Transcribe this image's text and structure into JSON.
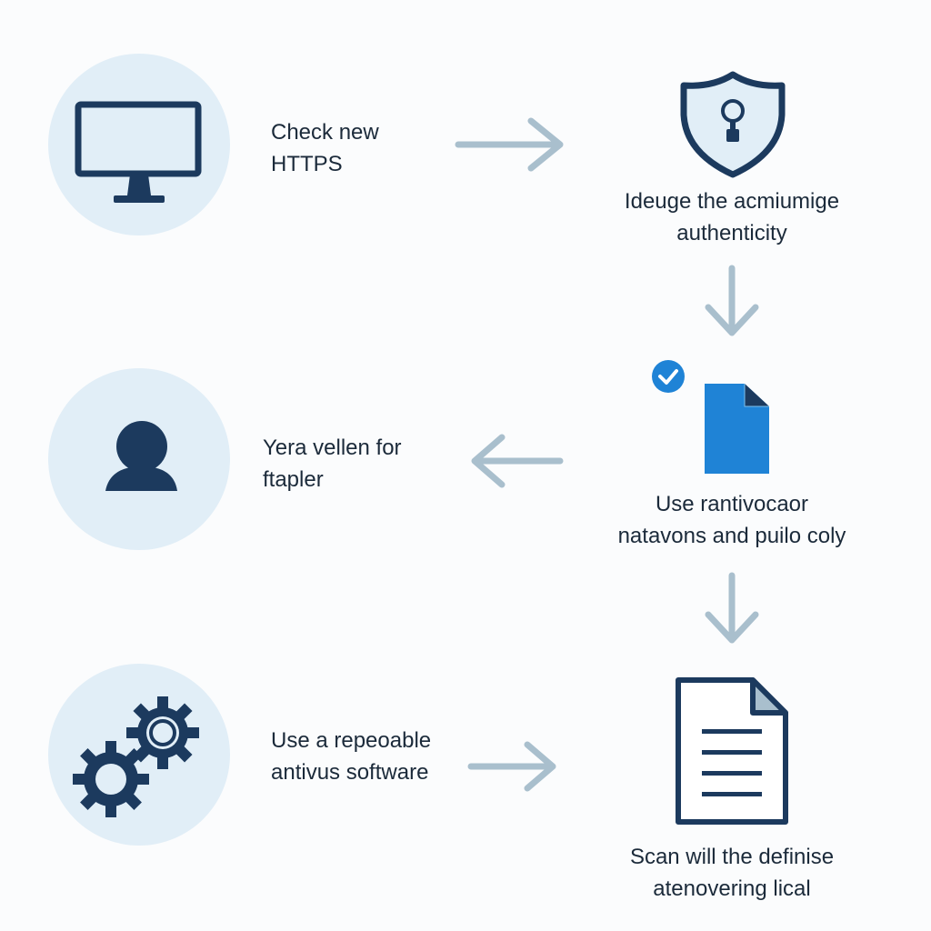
{
  "steps": [
    {
      "line1": "Check new",
      "line2": "HTTPS",
      "icon": "monitor-icon"
    },
    {
      "line1": "Yera vellen for",
      "line2": "ftapler",
      "icon": "user-icon"
    },
    {
      "line1": "Use a repeoable",
      "line2": "antivus software",
      "icon": "gears-icon"
    },
    {
      "line1": "Ideuge the acmiumige",
      "line2": "authenticity",
      "icon": "shield-lock-icon"
    },
    {
      "line1": "Use rantivocaor",
      "line2": "natavons and puilo coly",
      "icon": "blue-file-check-icon"
    },
    {
      "line1": "Scan will the definise",
      "line2": "atenovering lical",
      "icon": "document-lines-icon"
    }
  ],
  "colors": {
    "circle_bg": "#e1eef7",
    "icon_dark": "#1c3a5e",
    "arrow": "#a9bfcd",
    "accent_blue": "#1f83d6",
    "text": "#1b2a3a"
  }
}
